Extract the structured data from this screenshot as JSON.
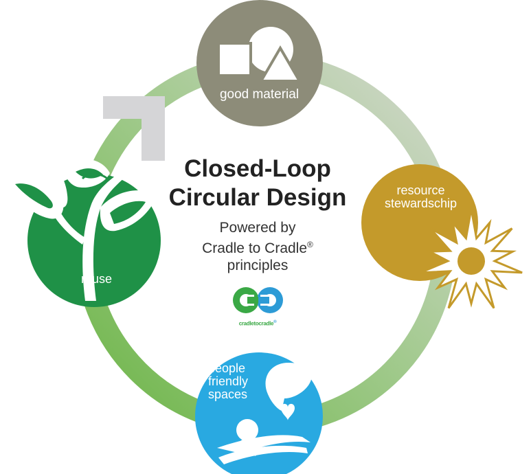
{
  "title_line1": "Closed-Loop",
  "title_line2": "Circular Design",
  "subtitle_line1": "Powered by",
  "subtitle_line2": "Cradle to Cradle",
  "subtitle_reg": "®",
  "subtitle_line3": "principles",
  "logo_text": "cradletocradle",
  "logo_reg": "®",
  "nodes": {
    "good_material": {
      "label": "good material",
      "color": "#8d8c79"
    },
    "resource_stewardship": {
      "label_line1": "resource",
      "label_line2": "stewardschip",
      "color": "#c49a2b"
    },
    "people_friendly": {
      "label_line1": "people",
      "label_line2": "friendly",
      "label_line3": "spaces",
      "color": "#29a9e1"
    },
    "reuse": {
      "label": "reuse",
      "color": "#1f9147"
    }
  },
  "colors": {
    "ring_green": "#72b84e",
    "ring_grey": "#c9d1c5",
    "corner_mark": "#d5d5d7",
    "logo_green": "#3aa845",
    "logo_blue": "#2d9bd6"
  },
  "icons": [
    "shapes-icon",
    "sun-icon",
    "people-heart-icon",
    "leaf-icon",
    "corner-mark-icon",
    "cradle-to-cradle-logo"
  ]
}
